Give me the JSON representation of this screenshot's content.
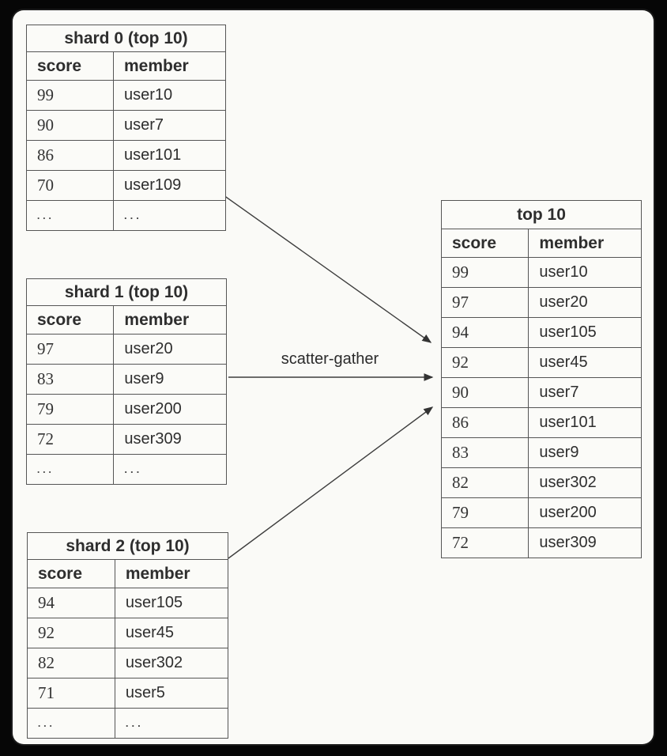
{
  "diagram": {
    "arrow_label": "scatter-gather",
    "tables": [
      {
        "id": "shard0",
        "title": "shard 0 (top 10)",
        "columns": [
          "score",
          "member"
        ],
        "rows": [
          [
            "99",
            "user10"
          ],
          [
            "90",
            "user7"
          ],
          [
            "86",
            "user101"
          ],
          [
            "70",
            "user109"
          ],
          [
            "...",
            "..."
          ]
        ]
      },
      {
        "id": "shard1",
        "title": "shard 1 (top 10)",
        "columns": [
          "score",
          "member"
        ],
        "rows": [
          [
            "97",
            "user20"
          ],
          [
            "83",
            "user9"
          ],
          [
            "79",
            "user200"
          ],
          [
            "72",
            "user309"
          ],
          [
            "...",
            "..."
          ]
        ]
      },
      {
        "id": "shard2",
        "title": "shard 2 (top 10)",
        "columns": [
          "score",
          "member"
        ],
        "rows": [
          [
            "94",
            "user105"
          ],
          [
            "92",
            "user45"
          ],
          [
            "82",
            "user302"
          ],
          [
            "71",
            "user5"
          ],
          [
            "...",
            "..."
          ]
        ]
      },
      {
        "id": "top10",
        "title": "top 10",
        "columns": [
          "score",
          "member"
        ],
        "rows": [
          [
            "99",
            "user10"
          ],
          [
            "97",
            "user20"
          ],
          [
            "94",
            "user105"
          ],
          [
            "92",
            "user45"
          ],
          [
            "90",
            "user7"
          ],
          [
            "86",
            "user101"
          ],
          [
            "83",
            "user9"
          ],
          [
            "82",
            "user302"
          ],
          [
            "79",
            "user200"
          ],
          [
            "72",
            "user309"
          ]
        ]
      }
    ],
    "colors": {
      "page_background": "#fafaf7",
      "frame_background": "#060606",
      "line_color": "#555555",
      "text_color": "#2e2e2e"
    }
  }
}
